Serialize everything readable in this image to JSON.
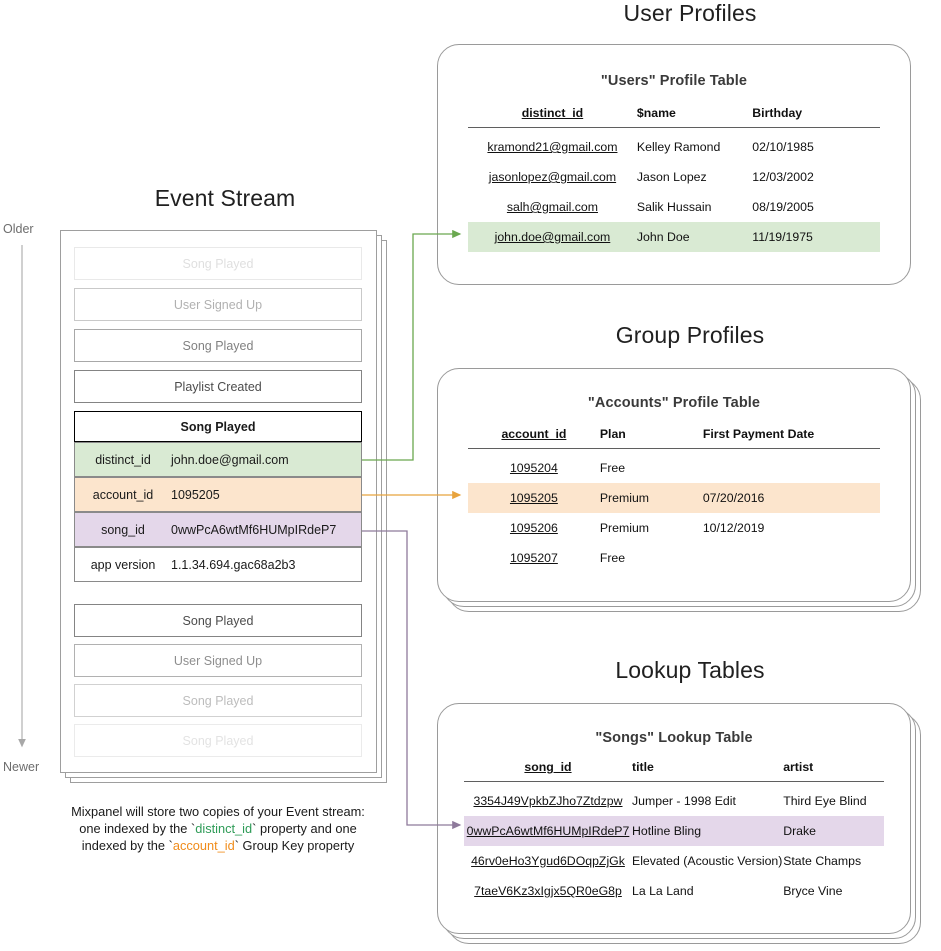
{
  "sections": {
    "event_stream_title": "Event Stream",
    "user_profiles_title": "User Profiles",
    "group_profiles_title": "Group Profiles",
    "lookup_tables_title": "Lookup Tables"
  },
  "time_axis": {
    "top_label": "Older",
    "bottom_label": "Newer"
  },
  "event_stream": {
    "events_above": [
      {
        "label": "Song Played",
        "opacity": "faint"
      },
      {
        "label": "User Signed Up",
        "opacity": "light"
      },
      {
        "label": "Song Played",
        "opacity": "medium"
      },
      {
        "label": "Playlist Created",
        "opacity": "strong"
      }
    ],
    "focused_event": {
      "name": "Song Played",
      "properties": [
        {
          "key": "distinct_id",
          "value": "john.doe@gmail.com",
          "highlight": "green"
        },
        {
          "key": "account_id",
          "value": "1095205",
          "highlight": "orange"
        },
        {
          "key": "song_id",
          "value": "0wwPcA6wtMf6HUMpIRdeP7",
          "highlight": "purple"
        },
        {
          "key": "app version",
          "value": "1.1.34.694.gac68a2b3",
          "highlight": "none"
        }
      ]
    },
    "events_below": [
      {
        "label": "Song Played",
        "opacity": "strong"
      },
      {
        "label": "User Signed Up",
        "opacity": "medium"
      },
      {
        "label": "Song Played",
        "opacity": "light"
      },
      {
        "label": "Song Played",
        "opacity": "faint"
      }
    ]
  },
  "caption": {
    "line1": "Mixpanel will store two copies of your Event stream:",
    "line2_pre": "one indexed by the `",
    "line2_token": "distinct_id",
    "line2_post": "` property and one",
    "line3_pre": "indexed by the `",
    "line3_token": "account_id",
    "line3_post": "` Group Key property"
  },
  "users_table": {
    "title": "\"Users\" Profile Table",
    "columns": [
      "distinct_id",
      "$name",
      "Birthday"
    ],
    "rows": [
      {
        "cells": [
          "kramond21@gmail.com",
          "Kelley Ramond",
          "02/10/1985"
        ],
        "highlight": "none"
      },
      {
        "cells": [
          "jasonlopez@gmail.com",
          "Jason Lopez",
          "12/03/2002"
        ],
        "highlight": "none"
      },
      {
        "cells": [
          "salh@gmail.com",
          "Salik Hussain",
          "08/19/2005"
        ],
        "highlight": "none"
      },
      {
        "cells": [
          "john.doe@gmail.com",
          "John Doe",
          "11/19/1975"
        ],
        "highlight": "green"
      }
    ]
  },
  "accounts_table": {
    "title": "\"Accounts\" Profile Table",
    "columns": [
      "account_id",
      "Plan",
      "First Payment Date"
    ],
    "rows": [
      {
        "cells": [
          "1095204",
          "Free",
          ""
        ],
        "highlight": "none"
      },
      {
        "cells": [
          "1095205",
          "Premium",
          "07/20/2016"
        ],
        "highlight": "orange"
      },
      {
        "cells": [
          "1095206",
          "Premium",
          "10/12/2019"
        ],
        "highlight": "none"
      },
      {
        "cells": [
          "1095207",
          "Free",
          ""
        ],
        "highlight": "none"
      }
    ]
  },
  "songs_table": {
    "title": "\"Songs\" Lookup Table",
    "columns": [
      "song_id",
      "title",
      "artist"
    ],
    "rows": [
      {
        "cells": [
          "3354J49VpkbZJho7Ztdzpw",
          "Jumper - 1998 Edit",
          "Third Eye Blind"
        ],
        "highlight": "none"
      },
      {
        "cells": [
          "0wwPcA6wtMf6HUMpIRdeP7",
          "Hotline Bling",
          "Drake"
        ],
        "highlight": "purple"
      },
      {
        "cells": [
          "46rv0eHo3Ygud6DOqpZjGk",
          "Elevated (Acoustic Version)",
          "State Champs"
        ],
        "highlight": "none"
      },
      {
        "cells": [
          "7taeV6Kz3xIgjx5QR0eG8p",
          "La La Land",
          "Bryce Vine"
        ],
        "highlight": "none"
      }
    ]
  },
  "connectors": [
    {
      "name": "distinct-id-to-users",
      "color": "#6aa84f"
    },
    {
      "name": "account-id-to-accounts",
      "color": "#e8a33d"
    },
    {
      "name": "song-id-to-songs",
      "color": "#8e7a9b"
    }
  ],
  "colors": {
    "green": "#d9ead3",
    "orange": "#fce5cd",
    "purple": "#e4d7ea",
    "arrow_green": "#6aa84f",
    "arrow_orange": "#e8a33d",
    "arrow_purple": "#8e7a9b",
    "panel_border": "#9a9a9a"
  }
}
